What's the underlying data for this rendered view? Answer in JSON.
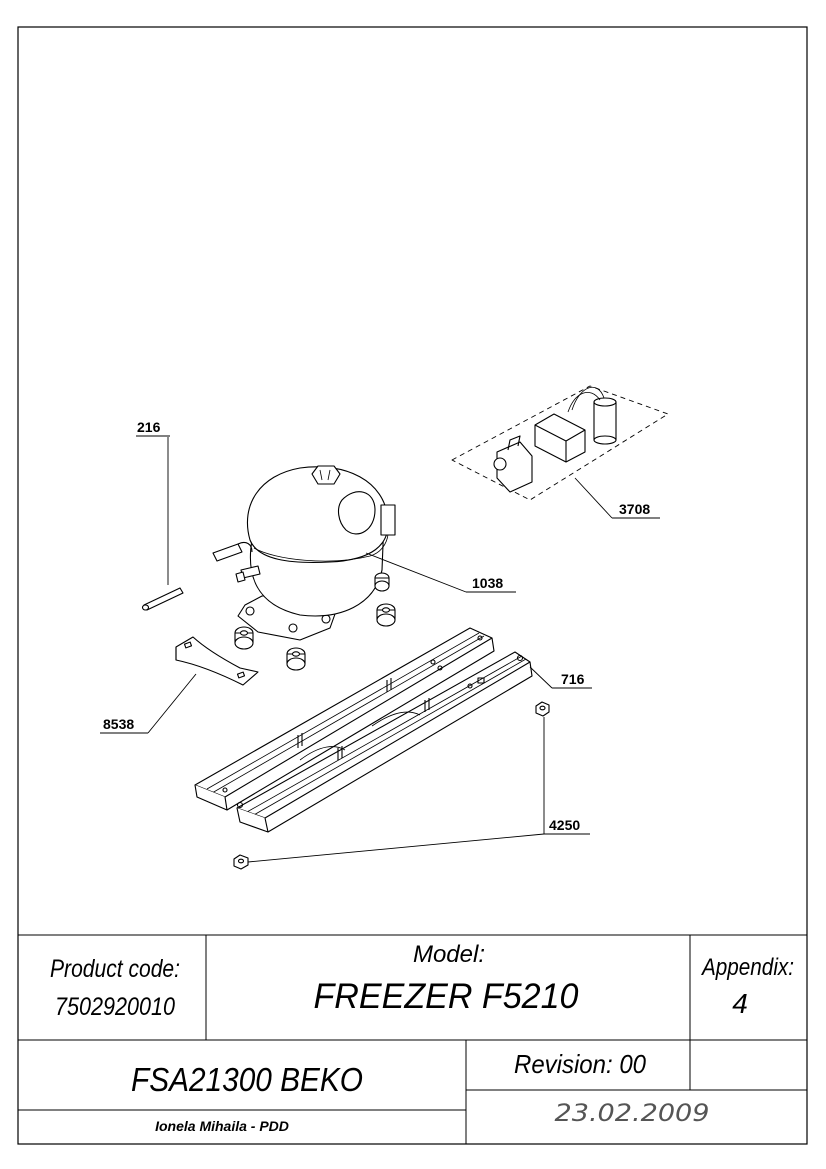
{
  "parts": [
    {
      "id": "216"
    },
    {
      "id": "1038"
    },
    {
      "id": "3708"
    },
    {
      "id": "8538"
    },
    {
      "id": "716"
    },
    {
      "id": "4250"
    }
  ],
  "title_block": {
    "product_code_label": "Product code:",
    "product_code": "7502920010",
    "model_label": "Model:",
    "model": "FREEZER F5210",
    "appendix_label": "Appendix:",
    "appendix": "4",
    "assembly": "FSA21300 BEKO",
    "revision": "Revision: 00",
    "author": "Ionela Mihaila - PDD",
    "date": "23.02.2009"
  }
}
